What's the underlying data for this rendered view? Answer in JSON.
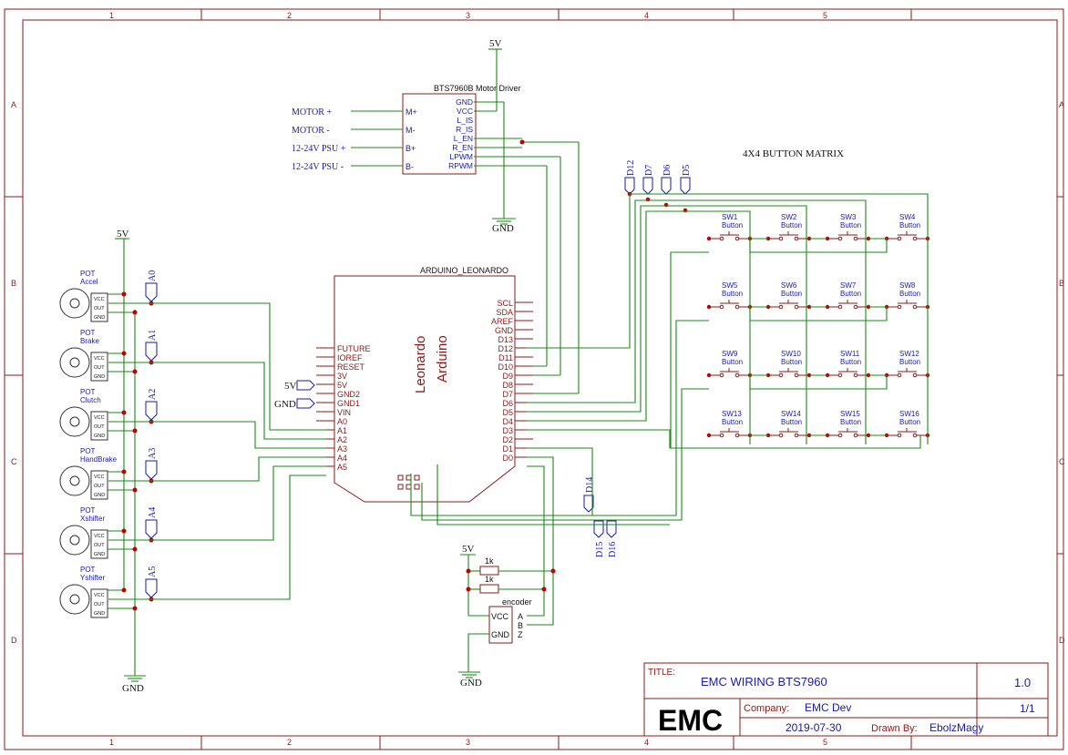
{
  "grid": {
    "columns": [
      "1",
      "2",
      "3",
      "4",
      "5"
    ],
    "rows": [
      "A",
      "B",
      "C",
      "D"
    ]
  },
  "power": {
    "v5": "5V",
    "gnd": "GND"
  },
  "motor_driver": {
    "title": "BTS7960B Motor Driver",
    "right_pins": [
      "GND",
      "VCC",
      "L_IS",
      "R_IS",
      "L_EN",
      "R_EN",
      "LPWM",
      "RPWM"
    ],
    "left_pins": [
      "M+",
      "M-",
      "B+",
      "B-"
    ],
    "left_labels": [
      "MOTOR +",
      "MOTOR -",
      "12-24V PSU +",
      "12-24V PSU -"
    ]
  },
  "arduino": {
    "title": "ARDUINO_LEONARDO",
    "name1": "Leonardo",
    "name2": "Arduino",
    "left_pins": [
      "FUTURE",
      "IOREF",
      "RESET",
      "3V",
      "5V",
      "GND2",
      "GND1",
      "VIN",
      "A0",
      "A1",
      "A2",
      "A3",
      "A4",
      "A5"
    ],
    "right_pins": [
      "SCL",
      "SDA",
      "AREF",
      "GND",
      "D13",
      "D12",
      "D11",
      "D10",
      "D9",
      "D8",
      "D7",
      "D6",
      "D5",
      "D4",
      "D3",
      "D2",
      "D1",
      "D0"
    ],
    "flag_5v": "5V",
    "flag_gnd": "GND"
  },
  "pots": [
    {
      "type": "POT",
      "name": "Accel",
      "net": "A0"
    },
    {
      "type": "POT",
      "name": "Brake",
      "net": "A1"
    },
    {
      "type": "POT",
      "name": "Clutch",
      "net": "A2"
    },
    {
      "type": "POT",
      "name": "HandBrake",
      "net": "A3"
    },
    {
      "type": "POT",
      "name": "Xshifter",
      "net": "A4"
    },
    {
      "type": "POT",
      "name": "Yshifter",
      "net": "A5"
    }
  ],
  "pot_pins": [
    "VCC",
    "OUT",
    "GND"
  ],
  "matrix": {
    "title": "4X4 BUTTON MATRIX",
    "col_nets": [
      "D12",
      "D7",
      "D6",
      "D5"
    ],
    "row_nets": [
      "D14",
      "D15",
      "D16"
    ],
    "switches": [
      "SW1",
      "SW2",
      "SW3",
      "SW4",
      "SW5",
      "SW6",
      "SW7",
      "SW8",
      "SW9",
      "SW10",
      "SW11",
      "SW12",
      "SW13",
      "SW14",
      "SW15",
      "SW16"
    ],
    "switch_type": "Button"
  },
  "encoder": {
    "title": "encoder",
    "left_pins": [
      "VCC",
      "GND"
    ],
    "right_pins": [
      "A",
      "B",
      "Z"
    ],
    "r1": "1k",
    "r2": "1k"
  },
  "title_block": {
    "title_label": "TITLE:",
    "title": "EMC WIRING BTS7960",
    "version": "1.0",
    "logo": "EMC",
    "company_label": "Company:",
    "company": "EMC Dev",
    "sheet": "1/1",
    "date": "2019-07-30",
    "drawn_label": "Drawn By:",
    "drawn_by": "EbolzMagy"
  }
}
